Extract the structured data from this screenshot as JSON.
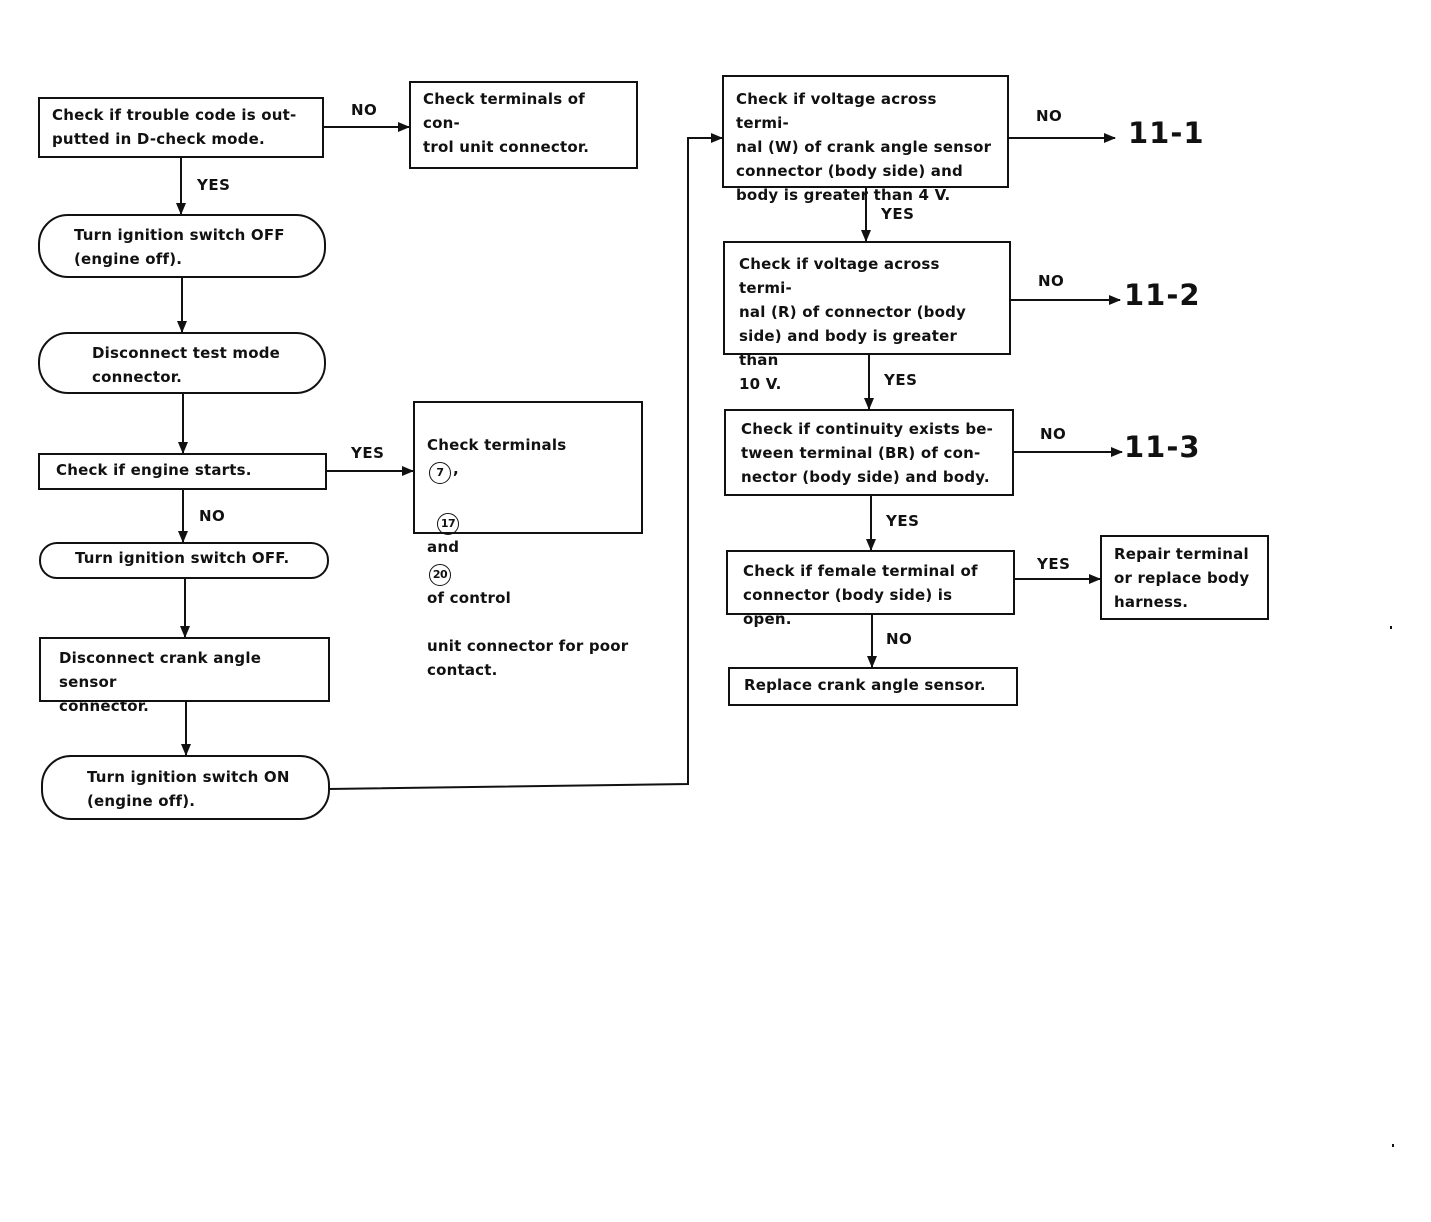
{
  "nodes": {
    "n1": "Check if trouble code is out-\nputted in D-check mode.",
    "n2": "Check terminals of con-\ntrol unit connector.",
    "n3": "Turn ignition switch OFF\n(engine off).",
    "n4": "Disconnect test mode\nconnector.",
    "n5": "Check if engine starts.",
    "n6": {
      "line1": "Check terminals",
      "term1": "7",
      "line1_end": ",",
      "term2": "17",
      "and": "and",
      "term3": "20",
      "line2_end": "of control",
      "line3": "unit connector for poor\ncontact."
    },
    "n7": "Turn ignition switch OFF.",
    "n8": "Disconnect crank angle sensor\nconnector.",
    "n9": "Turn ignition switch ON\n(engine off).",
    "n10": "Check if voltage across termi-\nnal (W) of crank angle sensor\nconnector (body side) and\nbody is greater than 4 V.",
    "n11": "Check if voltage across termi-\nnal (R) of connector (body\nside) and body is greater than\n10 V.",
    "n12": "Check if continuity exists be-\ntween terminal (BR) of con-\nnector (body side) and body.",
    "n13": "Check if female terminal of\nconnector (body side) is open.",
    "n14": "Repair terminal\nor replace body\nharness.",
    "n15": "Replace crank angle sensor."
  },
  "labels": {
    "n1_no": "NO",
    "n1_yes": "YES",
    "n5_yes": "YES",
    "n5_no": "NO",
    "n10_no": "NO",
    "n10_yes": "YES",
    "n11_no": "NO",
    "n11_yes": "YES",
    "n12_no": "NO",
    "n12_yes": "YES",
    "n13_yes": "YES",
    "n13_no": "NO"
  },
  "refs": {
    "r1": "11-1",
    "r2": "11-2",
    "r3": "11-3"
  }
}
